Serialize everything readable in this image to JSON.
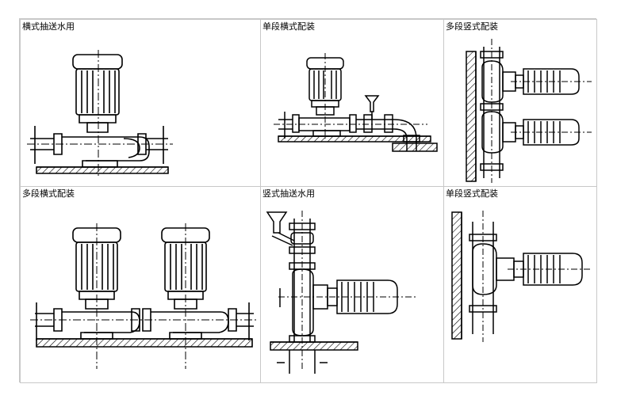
{
  "panels": [
    {
      "caption": "横式抽送水用",
      "icon": "horizontal-pump-diagram"
    },
    {
      "caption": "单段横式配装",
      "icon": "single-stage-horizontal-diagram"
    },
    {
      "caption": "多段竖式配装",
      "icon": "multi-stage-vertical-diagram"
    },
    {
      "caption": "多段横式配装",
      "icon": "multi-stage-horizontal-diagram"
    },
    {
      "caption": "竖式抽送水用",
      "icon": "vertical-water-pump-diagram"
    },
    {
      "caption": "单段竖式配装",
      "icon": "single-stage-vertical-diagram"
    }
  ]
}
